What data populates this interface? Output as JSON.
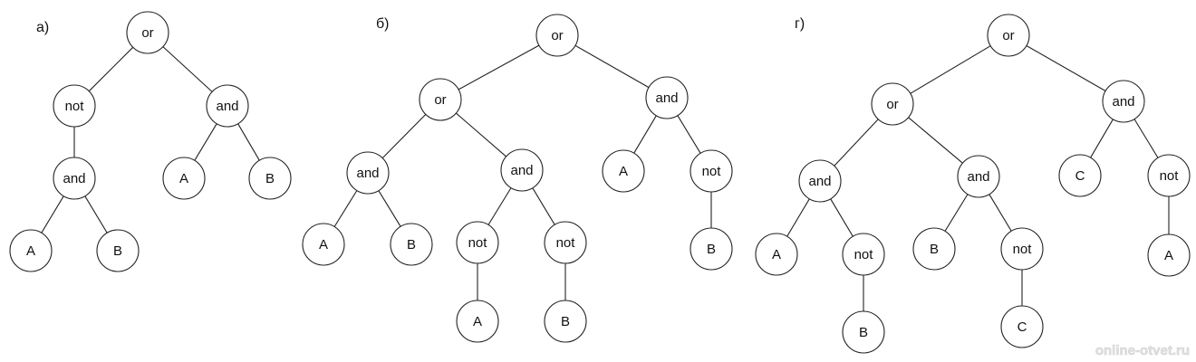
{
  "trees": [
    {
      "label": "а)",
      "nodes": [
        {
          "id": "a1",
          "text": "or"
        },
        {
          "id": "a2",
          "text": "not"
        },
        {
          "id": "a3",
          "text": "and"
        },
        {
          "id": "a4",
          "text": "and"
        },
        {
          "id": "a5",
          "text": "A"
        },
        {
          "id": "a6",
          "text": "B"
        },
        {
          "id": "a7",
          "text": "A"
        },
        {
          "id": "a8",
          "text": "B"
        }
      ],
      "edges": [
        [
          "a1",
          "a2"
        ],
        [
          "a1",
          "a3"
        ],
        [
          "a2",
          "a4"
        ],
        [
          "a3",
          "a5"
        ],
        [
          "a3",
          "a6"
        ],
        [
          "a4",
          "a7"
        ],
        [
          "a4",
          "a8"
        ]
      ]
    },
    {
      "label": "б)",
      "nodes": [
        {
          "id": "b1",
          "text": "or"
        },
        {
          "id": "b2",
          "text": "or"
        },
        {
          "id": "b3",
          "text": "and"
        },
        {
          "id": "b4",
          "text": "and"
        },
        {
          "id": "b5",
          "text": "and"
        },
        {
          "id": "b6",
          "text": "A"
        },
        {
          "id": "b7",
          "text": "not"
        },
        {
          "id": "b8",
          "text": "A"
        },
        {
          "id": "b9",
          "text": "B"
        },
        {
          "id": "b10",
          "text": "not"
        },
        {
          "id": "b11",
          "text": "not"
        },
        {
          "id": "b12",
          "text": "B"
        },
        {
          "id": "b13",
          "text": "A"
        },
        {
          "id": "b14",
          "text": "B"
        }
      ],
      "edges": [
        [
          "b1",
          "b2"
        ],
        [
          "b1",
          "b3"
        ],
        [
          "b2",
          "b4"
        ],
        [
          "b2",
          "b5"
        ],
        [
          "b3",
          "b6"
        ],
        [
          "b3",
          "b7"
        ],
        [
          "b4",
          "b8"
        ],
        [
          "b4",
          "b9"
        ],
        [
          "b5",
          "b10"
        ],
        [
          "b5",
          "b11"
        ],
        [
          "b7",
          "b12"
        ],
        [
          "b10",
          "b13"
        ],
        [
          "b11",
          "b14"
        ]
      ]
    },
    {
      "label": "г)",
      "nodes": [
        {
          "id": "g1",
          "text": "or"
        },
        {
          "id": "g2",
          "text": "or"
        },
        {
          "id": "g3",
          "text": "and"
        },
        {
          "id": "g4",
          "text": "and"
        },
        {
          "id": "g5",
          "text": "and"
        },
        {
          "id": "g6",
          "text": "C"
        },
        {
          "id": "g7",
          "text": "not"
        },
        {
          "id": "g8",
          "text": "A"
        },
        {
          "id": "g9",
          "text": "not"
        },
        {
          "id": "g10",
          "text": "B"
        },
        {
          "id": "g11",
          "text": "not"
        },
        {
          "id": "g12",
          "text": "A"
        },
        {
          "id": "g13",
          "text": "B"
        },
        {
          "id": "g14",
          "text": "C"
        }
      ],
      "edges": [
        [
          "g1",
          "g2"
        ],
        [
          "g1",
          "g3"
        ],
        [
          "g2",
          "g4"
        ],
        [
          "g2",
          "g5"
        ],
        [
          "g3",
          "g6"
        ],
        [
          "g3",
          "g7"
        ],
        [
          "g4",
          "g8"
        ],
        [
          "g4",
          "g9"
        ],
        [
          "g5",
          "g10"
        ],
        [
          "g5",
          "g11"
        ],
        [
          "g7",
          "g12"
        ],
        [
          "g9",
          "g13"
        ],
        [
          "g11",
          "g14"
        ]
      ]
    }
  ],
  "watermark": "online-otvet.ru"
}
